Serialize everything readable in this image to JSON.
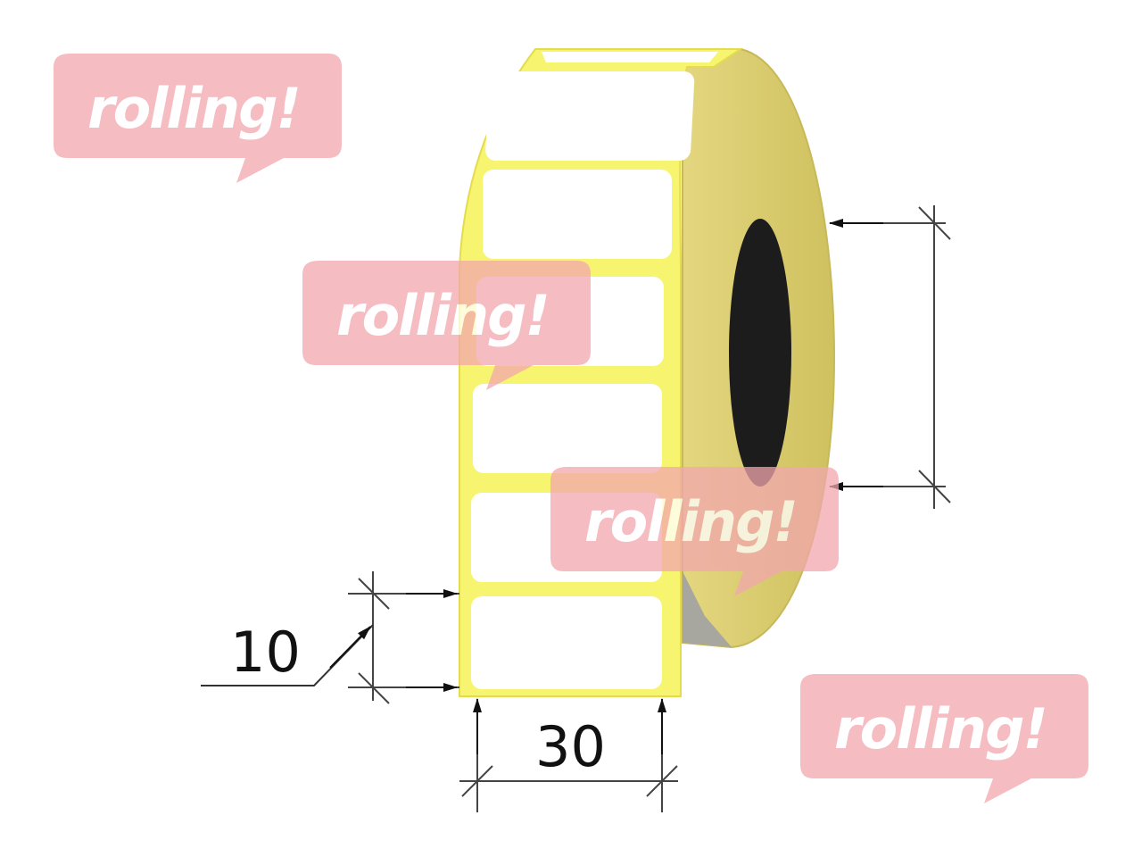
{
  "dimensions": {
    "label_height": "10",
    "label_width": "30"
  },
  "watermark": {
    "text": "rolling!",
    "color": "#f2a7ae"
  },
  "colors": {
    "liner": "#f6f36a",
    "liner_edge": "#e8e050",
    "roll_side": "#e0d27a",
    "roll_edge": "#c9bc5e",
    "core": "#1b1b1b",
    "label": "#ffffff",
    "dimension_line": "#333333"
  }
}
